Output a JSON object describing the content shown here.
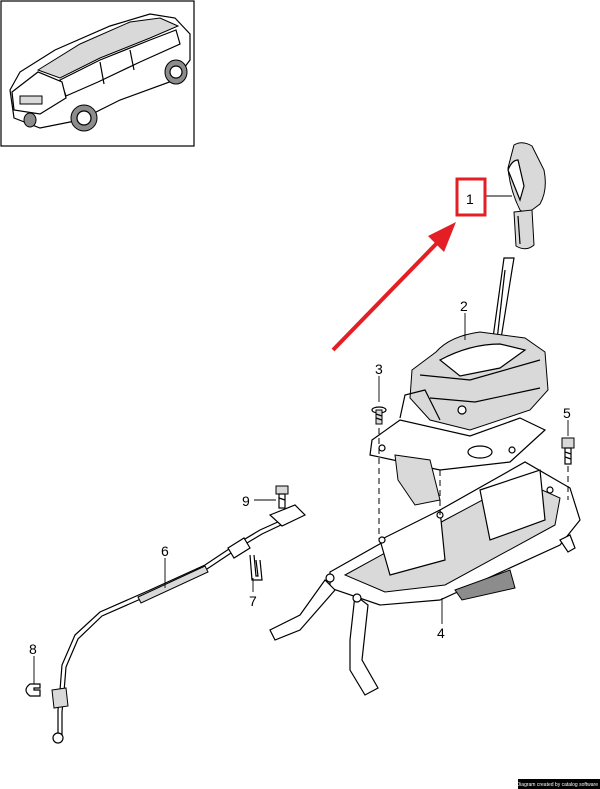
{
  "callouts": [
    {
      "id": "1",
      "label": "1"
    },
    {
      "id": "2",
      "label": "2"
    },
    {
      "id": "3",
      "label": "3"
    },
    {
      "id": "4",
      "label": "4"
    },
    {
      "id": "5",
      "label": "5"
    },
    {
      "id": "6",
      "label": "6"
    },
    {
      "id": "7",
      "label": "7"
    },
    {
      "id": "8",
      "label": "8"
    },
    {
      "id": "9",
      "label": "9"
    }
  ],
  "highlight": {
    "callout": "1",
    "box_color": "#e31e24",
    "arrow_color": "#e31e24"
  },
  "footer": {
    "text": "Diagram created by catalog software"
  },
  "colors": {
    "line": "#000000",
    "background": "#ffffff",
    "shade": "#d9d9d9"
  }
}
